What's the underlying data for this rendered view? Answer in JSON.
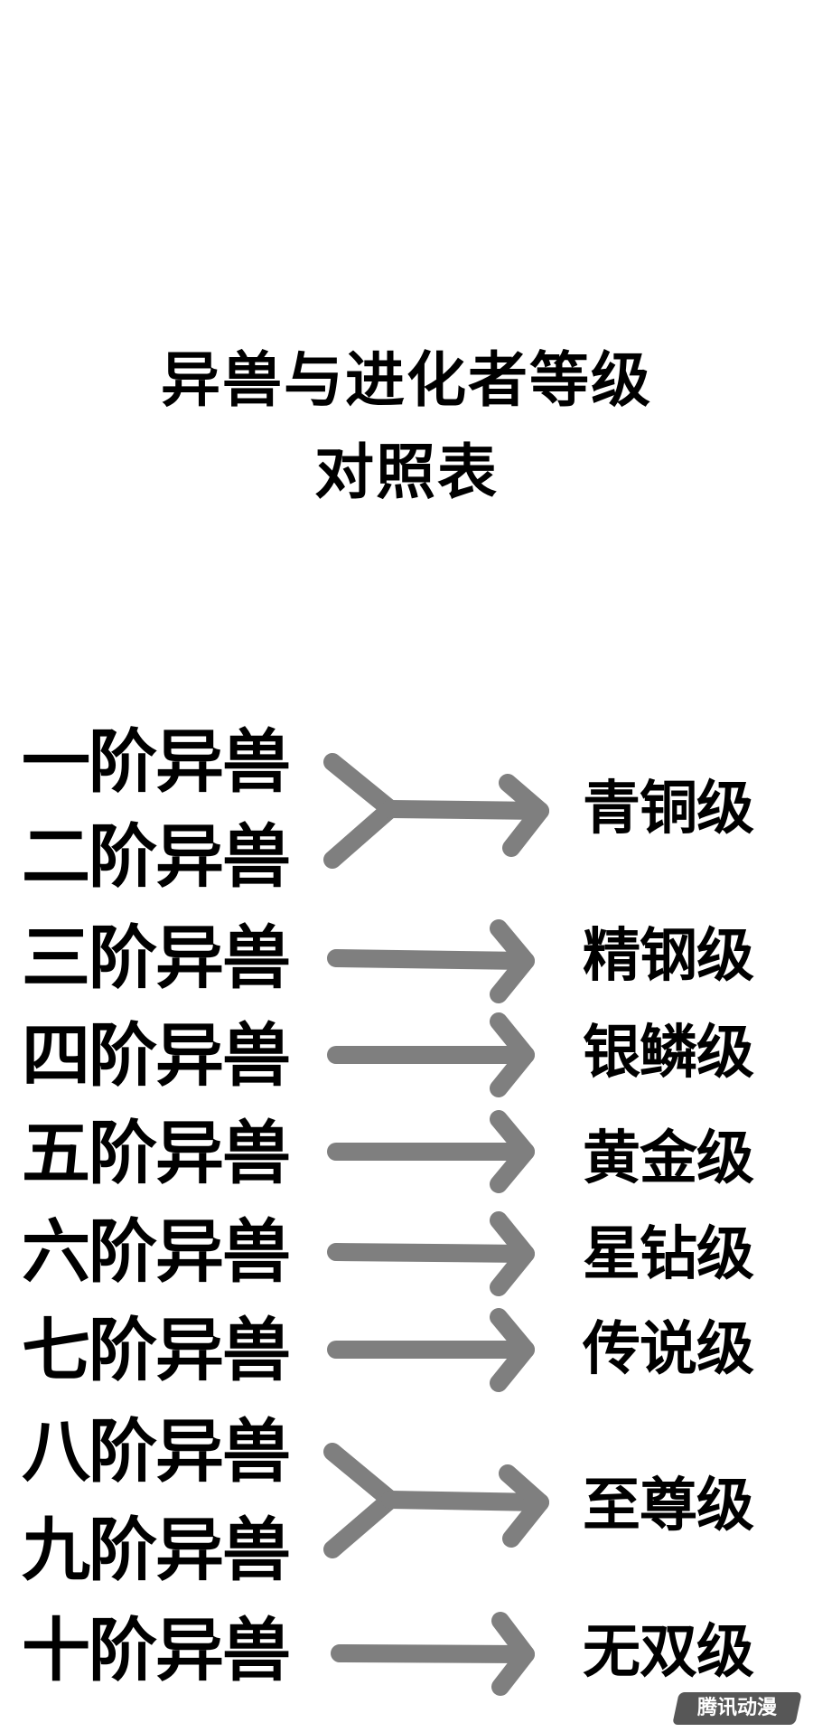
{
  "title": {
    "line1": "异兽与进化者等级",
    "line2": "对照表"
  },
  "beasts": [
    "一阶异兽",
    "二阶异兽",
    "三阶异兽",
    "四阶异兽",
    "五阶异兽",
    "六阶异兽",
    "七阶异兽",
    "八阶异兽",
    "九阶异兽",
    "十阶异兽"
  ],
  "levels": [
    "青铜级",
    "精钢级",
    "银鳞级",
    "黄金级",
    "星钻级",
    "传说级",
    "至尊级",
    "无双级"
  ],
  "mapping": [
    {
      "beasts": [
        0,
        1
      ],
      "level": 0
    },
    {
      "beasts": [
        2
      ],
      "level": 1
    },
    {
      "beasts": [
        3
      ],
      "level": 2
    },
    {
      "beasts": [
        4
      ],
      "level": 3
    },
    {
      "beasts": [
        5
      ],
      "level": 4
    },
    {
      "beasts": [
        6
      ],
      "level": 5
    },
    {
      "beasts": [
        7,
        8
      ],
      "level": 6
    },
    {
      "beasts": [
        9
      ],
      "level": 7
    }
  ],
  "colors": {
    "text": "#000000",
    "arrow": "#7f7f7f",
    "background": "#ffffff"
  },
  "watermark": {
    "text": "腾讯动漫",
    "icon": "tencent-comic-logo"
  }
}
